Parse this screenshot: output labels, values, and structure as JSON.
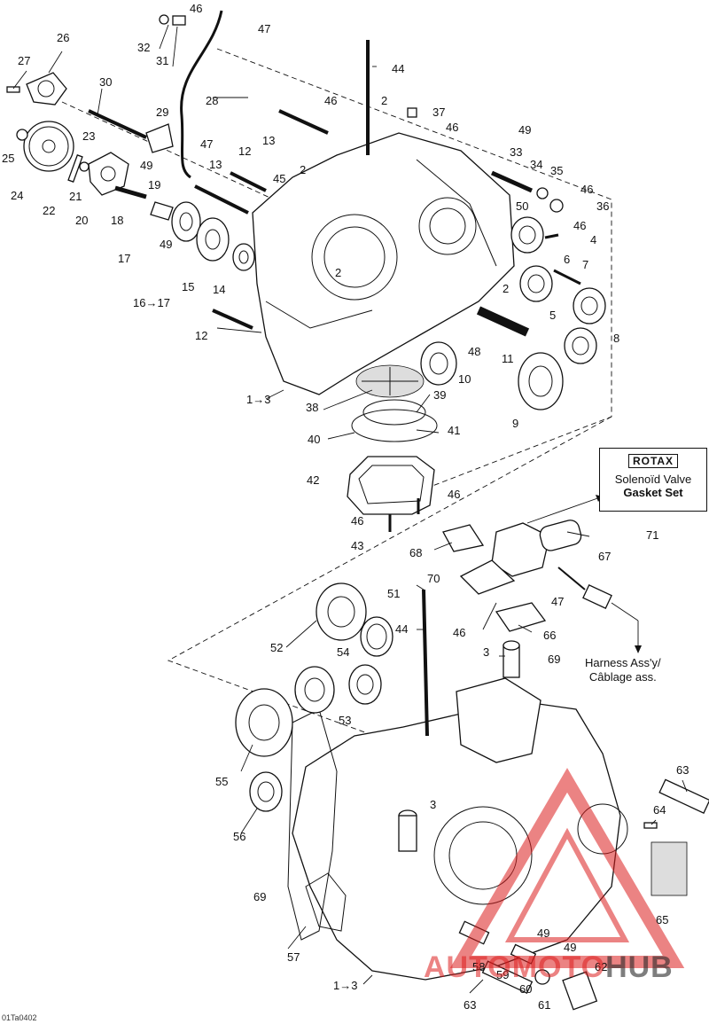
{
  "callouts": [
    {
      "id": "c1",
      "text": "1→3"
    },
    {
      "id": "c2",
      "text": "2"
    },
    {
      "id": "c3",
      "text": "2"
    },
    {
      "id": "c4",
      "text": "2"
    },
    {
      "id": "c5",
      "text": "2"
    },
    {
      "id": "c6",
      "text": "3"
    },
    {
      "id": "c7",
      "text": "3"
    },
    {
      "id": "c8",
      "text": "4"
    },
    {
      "id": "c9",
      "text": "5"
    },
    {
      "id": "c10",
      "text": "6"
    },
    {
      "id": "c11",
      "text": "7"
    },
    {
      "id": "c12",
      "text": "8"
    },
    {
      "id": "c13",
      "text": "9"
    },
    {
      "id": "c14",
      "text": "10"
    },
    {
      "id": "c15",
      "text": "11"
    },
    {
      "id": "c16",
      "text": "12"
    },
    {
      "id": "c17",
      "text": "12"
    },
    {
      "id": "c18",
      "text": "13"
    },
    {
      "id": "c19",
      "text": "13"
    },
    {
      "id": "c20",
      "text": "14"
    },
    {
      "id": "c21",
      "text": "15"
    },
    {
      "id": "c22",
      "text": "16→17"
    },
    {
      "id": "c23",
      "text": "17"
    },
    {
      "id": "c24",
      "text": "18"
    },
    {
      "id": "c25",
      "text": "19"
    },
    {
      "id": "c26",
      "text": "20"
    },
    {
      "id": "c27",
      "text": "21"
    },
    {
      "id": "c28",
      "text": "22"
    },
    {
      "id": "c29",
      "text": "23"
    },
    {
      "id": "c30",
      "text": "24"
    },
    {
      "id": "c31",
      "text": "25"
    },
    {
      "id": "c32",
      "text": "26"
    },
    {
      "id": "c33",
      "text": "27"
    },
    {
      "id": "c34",
      "text": "28"
    },
    {
      "id": "c35",
      "text": "29"
    },
    {
      "id": "c36",
      "text": "30"
    },
    {
      "id": "c37",
      "text": "31"
    },
    {
      "id": "c38",
      "text": "32"
    },
    {
      "id": "c39",
      "text": "33"
    },
    {
      "id": "c40",
      "text": "34"
    },
    {
      "id": "c41",
      "text": "35"
    },
    {
      "id": "c42",
      "text": "36"
    },
    {
      "id": "c43",
      "text": "37"
    },
    {
      "id": "c44",
      "text": "38"
    },
    {
      "id": "c45",
      "text": "39"
    },
    {
      "id": "c46",
      "text": "40"
    },
    {
      "id": "c47",
      "text": "41"
    },
    {
      "id": "c48",
      "text": "42"
    },
    {
      "id": "c49",
      "text": "43"
    },
    {
      "id": "c50",
      "text": "44"
    },
    {
      "id": "c51",
      "text": "44"
    },
    {
      "id": "c52",
      "text": "45"
    },
    {
      "id": "c53",
      "text": "46"
    },
    {
      "id": "c54",
      "text": "46"
    },
    {
      "id": "c55",
      "text": "46"
    },
    {
      "id": "c56",
      "text": "46"
    },
    {
      "id": "c57",
      "text": "46"
    },
    {
      "id": "c58",
      "text": "46"
    },
    {
      "id": "c59",
      "text": "46"
    },
    {
      "id": "c60",
      "text": "46"
    },
    {
      "id": "c61",
      "text": "47"
    },
    {
      "id": "c62",
      "text": "47"
    },
    {
      "id": "c63",
      "text": "47"
    },
    {
      "id": "c64",
      "text": "48"
    },
    {
      "id": "c65",
      "text": "49"
    },
    {
      "id": "c66",
      "text": "49"
    },
    {
      "id": "c67",
      "text": "49"
    },
    {
      "id": "c68",
      "text": "49"
    },
    {
      "id": "c69",
      "text": "49"
    },
    {
      "id": "c70",
      "text": "50"
    },
    {
      "id": "c71",
      "text": "51"
    },
    {
      "id": "c72",
      "text": "52"
    },
    {
      "id": "c73",
      "text": "53"
    },
    {
      "id": "c74",
      "text": "54"
    },
    {
      "id": "c75",
      "text": "55"
    },
    {
      "id": "c76",
      "text": "56"
    },
    {
      "id": "c77",
      "text": "57"
    },
    {
      "id": "c78",
      "text": "58"
    },
    {
      "id": "c79",
      "text": "59"
    },
    {
      "id": "c80",
      "text": "60"
    },
    {
      "id": "c81",
      "text": "61"
    },
    {
      "id": "c82",
      "text": "62"
    },
    {
      "id": "c83",
      "text": "63"
    },
    {
      "id": "c84",
      "text": "63"
    },
    {
      "id": "c85",
      "text": "64"
    },
    {
      "id": "c86",
      "text": "65"
    },
    {
      "id": "c87",
      "text": "66"
    },
    {
      "id": "c88",
      "text": "67"
    },
    {
      "id": "c89",
      "text": "68"
    },
    {
      "id": "c90",
      "text": "69"
    },
    {
      "id": "c91",
      "text": "69"
    },
    {
      "id": "c92",
      "text": "70"
    },
    {
      "id": "c93",
      "text": "71"
    },
    {
      "id": "c94",
      "text": "1→3"
    }
  ],
  "kit_box": {
    "brand": "ROTAX",
    "line1": "Solenoïd Valve",
    "line2": "Gasket Set"
  },
  "harness_label": {
    "line1": "Harness Ass'y/",
    "line2": "Câblage ass."
  },
  "doc_code": "01Ta0402",
  "watermark": {
    "part1": "AUTOMOTO",
    "part2": "HUB"
  },
  "colors": {
    "line": "#111111",
    "watermark_red": "#dc1e1e",
    "background": "#ffffff"
  }
}
